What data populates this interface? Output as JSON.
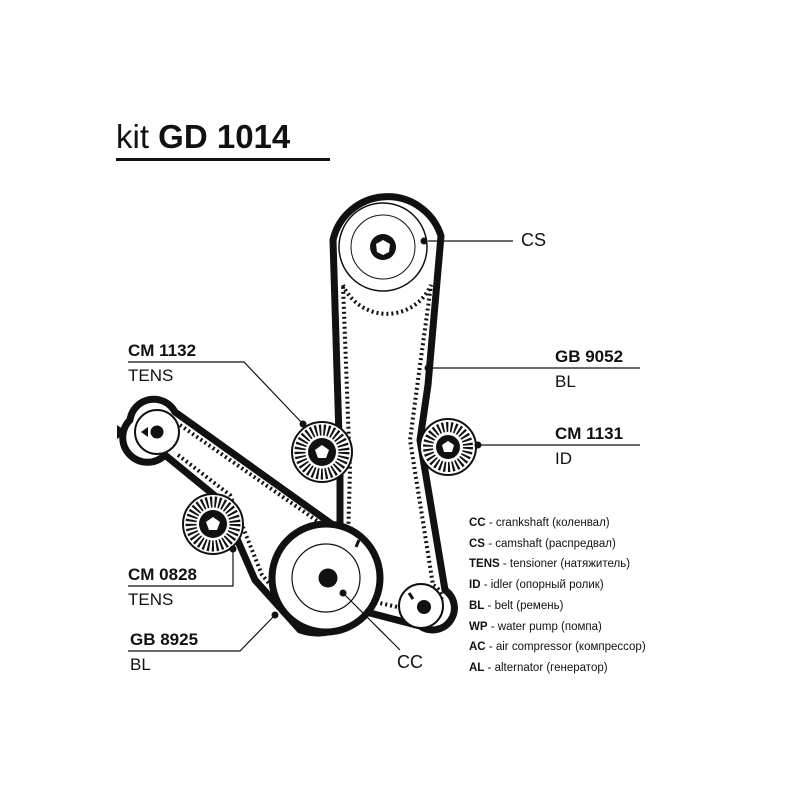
{
  "title": {
    "prefix": "kit",
    "code": "GD 1014"
  },
  "callouts": {
    "cs": {
      "type": "CS"
    },
    "cc": {
      "type": "CC"
    },
    "gb9052": {
      "part": "GB 9052",
      "type": "BL"
    },
    "cm1131": {
      "part": "CM 1131",
      "type": "ID"
    },
    "cm1132": {
      "part": "CM 1132",
      "type": "TENS"
    },
    "cm0828": {
      "part": "CM 0828",
      "type": "TENS"
    },
    "gb8925": {
      "part": "GB 8925",
      "type": "BL"
    }
  },
  "legend": [
    {
      "abbr": "CC",
      "text": "- crankshaft (коленвал)"
    },
    {
      "abbr": "CS",
      "text": "- camshaft (распредвал)"
    },
    {
      "abbr": "TENS",
      "text": "- tensioner (натяжитель)"
    },
    {
      "abbr": "ID",
      "text": "- idler (опорный ролик)"
    },
    {
      "abbr": "BL",
      "text": "- belt (ремень)"
    },
    {
      "abbr": "WP",
      "text": "- water pump (помпа)"
    },
    {
      "abbr": "AC",
      "text": "- air compressor (компрессор)"
    },
    {
      "abbr": "AL",
      "text": "- alternator (генератор)"
    }
  ],
  "colors": {
    "ink": "#111111",
    "background": "#ffffff"
  }
}
